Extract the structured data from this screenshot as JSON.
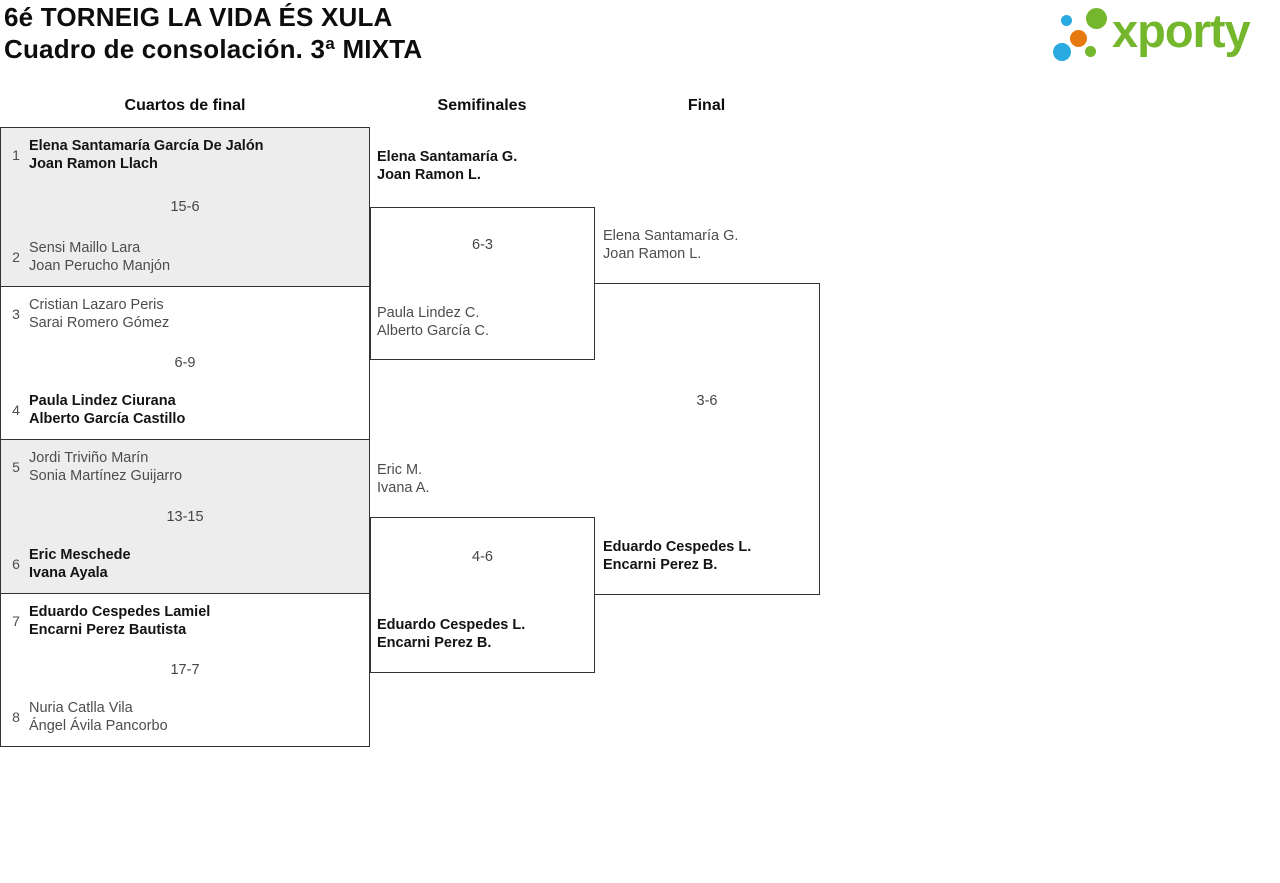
{
  "header": {
    "title_line1": "6é TORNEIG LA VIDA ÉS XULA",
    "title_line2": "Cuadro de consolación. 3ª MIXTA"
  },
  "logo": {
    "text": "xporty",
    "green": "#74b72c",
    "blue": "#29aae1",
    "orange": "#e8790f"
  },
  "colors": {
    "border": "#333333",
    "match_gray_bg": "#ededed",
    "winner_text": "#141414",
    "loser_text": "#4d4d4d"
  },
  "rounds": {
    "quarterfinals_label": "Cuartos de final",
    "semifinals_label": "Semifinales",
    "final_label": "Final"
  },
  "quarterfinals": [
    {
      "top": {
        "seed": "1",
        "players": [
          "Elena Santamaría García De Jalón",
          "Joan Ramon Llach"
        ],
        "winner": true
      },
      "score": "15-6",
      "bottom": {
        "seed": "2",
        "players": [
          "Sensi Maillo Lara",
          "Joan Perucho Manjón"
        ],
        "winner": false
      }
    },
    {
      "top": {
        "seed": "3",
        "players": [
          "Cristian Lazaro Peris",
          "Sarai Romero Gómez"
        ],
        "winner": false
      },
      "score": "6-9",
      "bottom": {
        "seed": "4",
        "players": [
          "Paula Lindez Ciurana",
          "Alberto García Castillo"
        ],
        "winner": true
      }
    },
    {
      "top": {
        "seed": "5",
        "players": [
          "Jordi Triviño Marín",
          "Sonia Martínez Guijarro"
        ],
        "winner": false
      },
      "score": "13-15",
      "bottom": {
        "seed": "6",
        "players": [
          "Eric Meschede",
          "Ivana Ayala"
        ],
        "winner": true
      }
    },
    {
      "top": {
        "seed": "7",
        "players": [
          "Eduardo Cespedes Lamiel",
          "Encarni Perez Bautista"
        ],
        "winner": true
      },
      "score": "17-7",
      "bottom": {
        "seed": "8",
        "players": [
          "Nuria Catlla Vila",
          "Ángel Ávila Pancorbo"
        ],
        "winner": false
      }
    }
  ],
  "semifinals": [
    {
      "top": {
        "players": [
          "Elena Santamaría G.",
          "Joan Ramon L."
        ],
        "winner": true
      },
      "score": "6-3",
      "bottom": {
        "players": [
          "Paula Lindez C.",
          "Alberto García C."
        ],
        "winner": false
      }
    },
    {
      "top": {
        "players": [
          "Eric M.",
          "Ivana A."
        ],
        "winner": false
      },
      "score": "4-6",
      "bottom": {
        "players": [
          "Eduardo Cespedes L.",
          "Encarni Perez B."
        ],
        "winner": true
      }
    }
  ],
  "final": {
    "top": {
      "players": [
        "Elena Santamaría G.",
        "Joan Ramon L."
      ],
      "winner": false
    },
    "score": "3-6",
    "bottom": {
      "players": [
        "Eduardo Cespedes L.",
        "Encarni Perez B."
      ],
      "winner": true
    }
  }
}
